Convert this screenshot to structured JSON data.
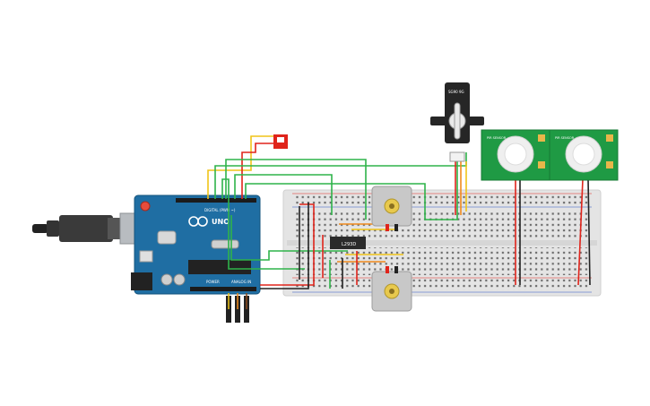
{
  "diagram": {
    "arduino": {
      "brand": "UNO",
      "digital_label": "DIGITAL (PWM ~)",
      "power_label": "POWER",
      "analog_label": "ANALOG IN",
      "colors": {
        "board": "#1f6ea3",
        "usb": "#9aa0a6",
        "chip": "#222222"
      }
    },
    "ic": {
      "label": "L293D"
    },
    "servo": {
      "label": "SG90 9G"
    },
    "pir_sensors": [
      {
        "label": "PIR SENSOR"
      },
      {
        "label": "PIR SENSOR"
      }
    ],
    "components": {
      "slide_switch": "switch",
      "motors": [
        "dc-motor-top",
        "dc-motor-bottom"
      ]
    },
    "wire_colors": {
      "red": "#e0241b",
      "black": "#222222",
      "green": "#2fb34a",
      "yellow": "#f0c419",
      "orange": "#f08a1c",
      "brown": "#8b4a1c"
    }
  }
}
